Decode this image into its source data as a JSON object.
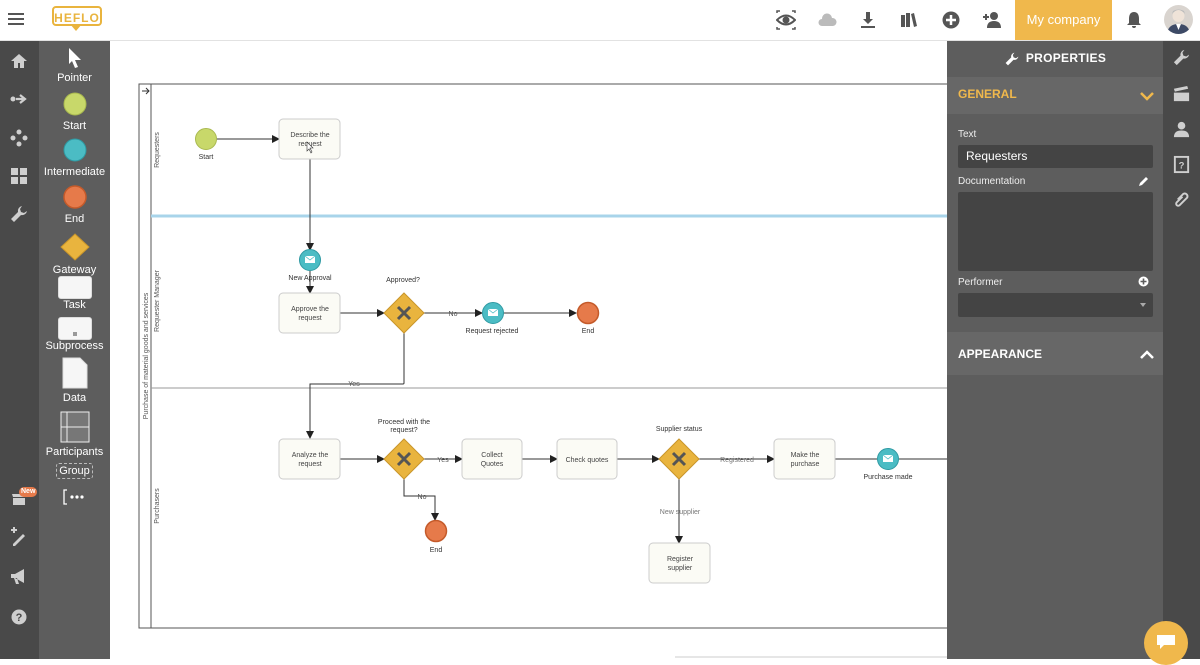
{
  "app": {
    "logo": "HEFLO",
    "company": "My company"
  },
  "palette": {
    "pointer": "Pointer",
    "start": "Start",
    "intermediate": "Intermediate",
    "end": "End",
    "gateway": "Gateway",
    "task": "Task",
    "subprocess": "Subprocess",
    "data": "Data",
    "participants": "Participants",
    "group": "Group"
  },
  "leftnav": {
    "new_badge": "New"
  },
  "diagram": {
    "pool": "Purchase of material goods and services",
    "lanes": [
      "Requesters",
      "Requester Manager",
      "Purchasers"
    ],
    "start": "Start",
    "describe": "Describe the request",
    "new_approval": "New Approval",
    "approved": "Approved?",
    "approve": "Approve the request",
    "no": "No",
    "request_rejected": "Request rejected",
    "end": "End",
    "yes": "Yes",
    "proceed": "Proceed with the request?",
    "analyze": "Analyze the request",
    "collect": "Collect Quotes",
    "check": "Check quotes",
    "supplier_status": "Supplier status",
    "registered": "Registered",
    "make_purchase": "Make the purchase",
    "purchase_made": "Purchase made",
    "new_supplier": "New supplier",
    "register_supplier": "Register supplier"
  },
  "properties": {
    "title": "PROPERTIES",
    "general": "GENERAL",
    "text_label": "Text",
    "text_value": "Requesters",
    "documentation_label": "Documentation",
    "performer_label": "Performer",
    "appearance": "APPEARANCE"
  },
  "colors": {
    "accent": "#f0b84c",
    "start": "#c8d86a",
    "intermediate": "#4bbcc4",
    "end": "#e67a4a",
    "gateway": "#e9b43e",
    "selection": "#a8d4ea"
  }
}
